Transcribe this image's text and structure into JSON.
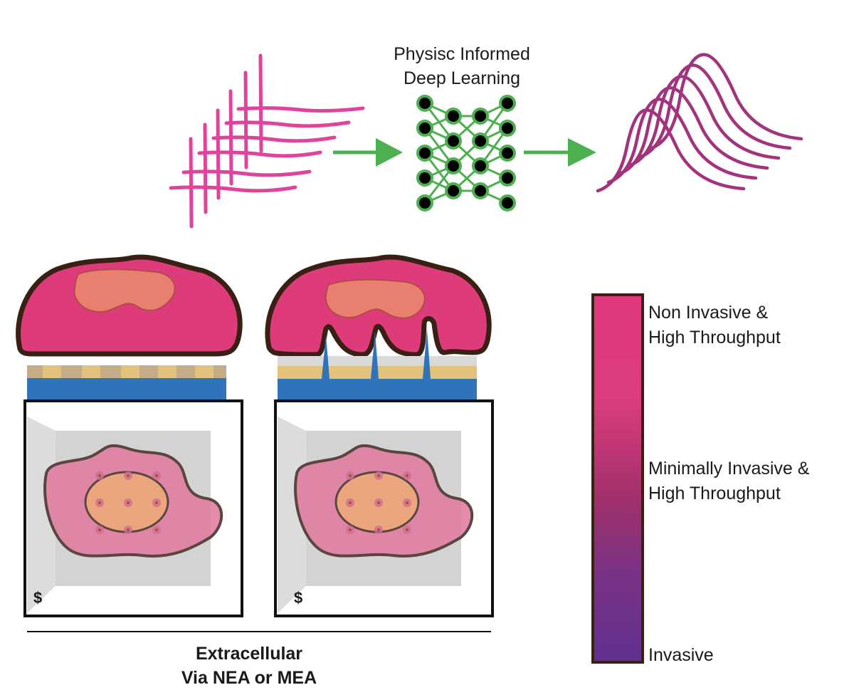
{
  "diagram": {
    "model_title_line1": "Physisc Informed",
    "model_title_line2": "Deep Learning",
    "scale": {
      "top_line1": "Non Invasive &",
      "top_line2": "High Throughput",
      "mid_line1": "Minimally Invasive &",
      "mid_line2": "High Throughput",
      "bottom": "Invasive"
    },
    "cost_symbol": "$",
    "caption_line1": "Extracellular",
    "caption_line2": "Via NEA or MEA"
  },
  "colors": {
    "signal_pink": "#e0439a",
    "output_purple": "#a3337c",
    "arrow_green": "#4caf50",
    "node_fill": "#000000",
    "cell_magenta": "#dd3b79",
    "nucleus_salmon": "#e9806f",
    "outline_brown": "#3a1f14",
    "substrate_blue": "#2f74ba",
    "electrode_gold": "#e3c27c",
    "gradient_top": "#e0387e",
    "gradient_mid": "#a3306a",
    "gradient_bottom": "#613090"
  }
}
